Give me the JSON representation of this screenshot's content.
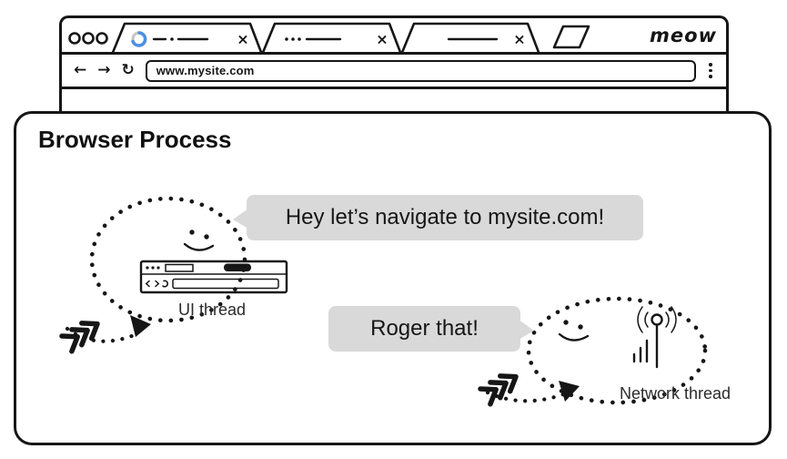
{
  "browser_window": {
    "logo_text": "meow",
    "address_url": "www.mysite.com"
  },
  "icons": {
    "back": "←",
    "forward": "→",
    "reload": "↻",
    "close": "×"
  },
  "process": {
    "title": "Browser Process",
    "ui_thread": {
      "label": "UI thread",
      "bubble": "Hey let’s navigate to mysite.com!"
    },
    "network_thread": {
      "label": "Network thread",
      "bubble": "Roger that!"
    }
  },
  "colors": {
    "line_art": "#161616",
    "speech_bubble": "#d9d9d9",
    "spinner_blue": "#4a90e2",
    "background": "#ffffff"
  }
}
